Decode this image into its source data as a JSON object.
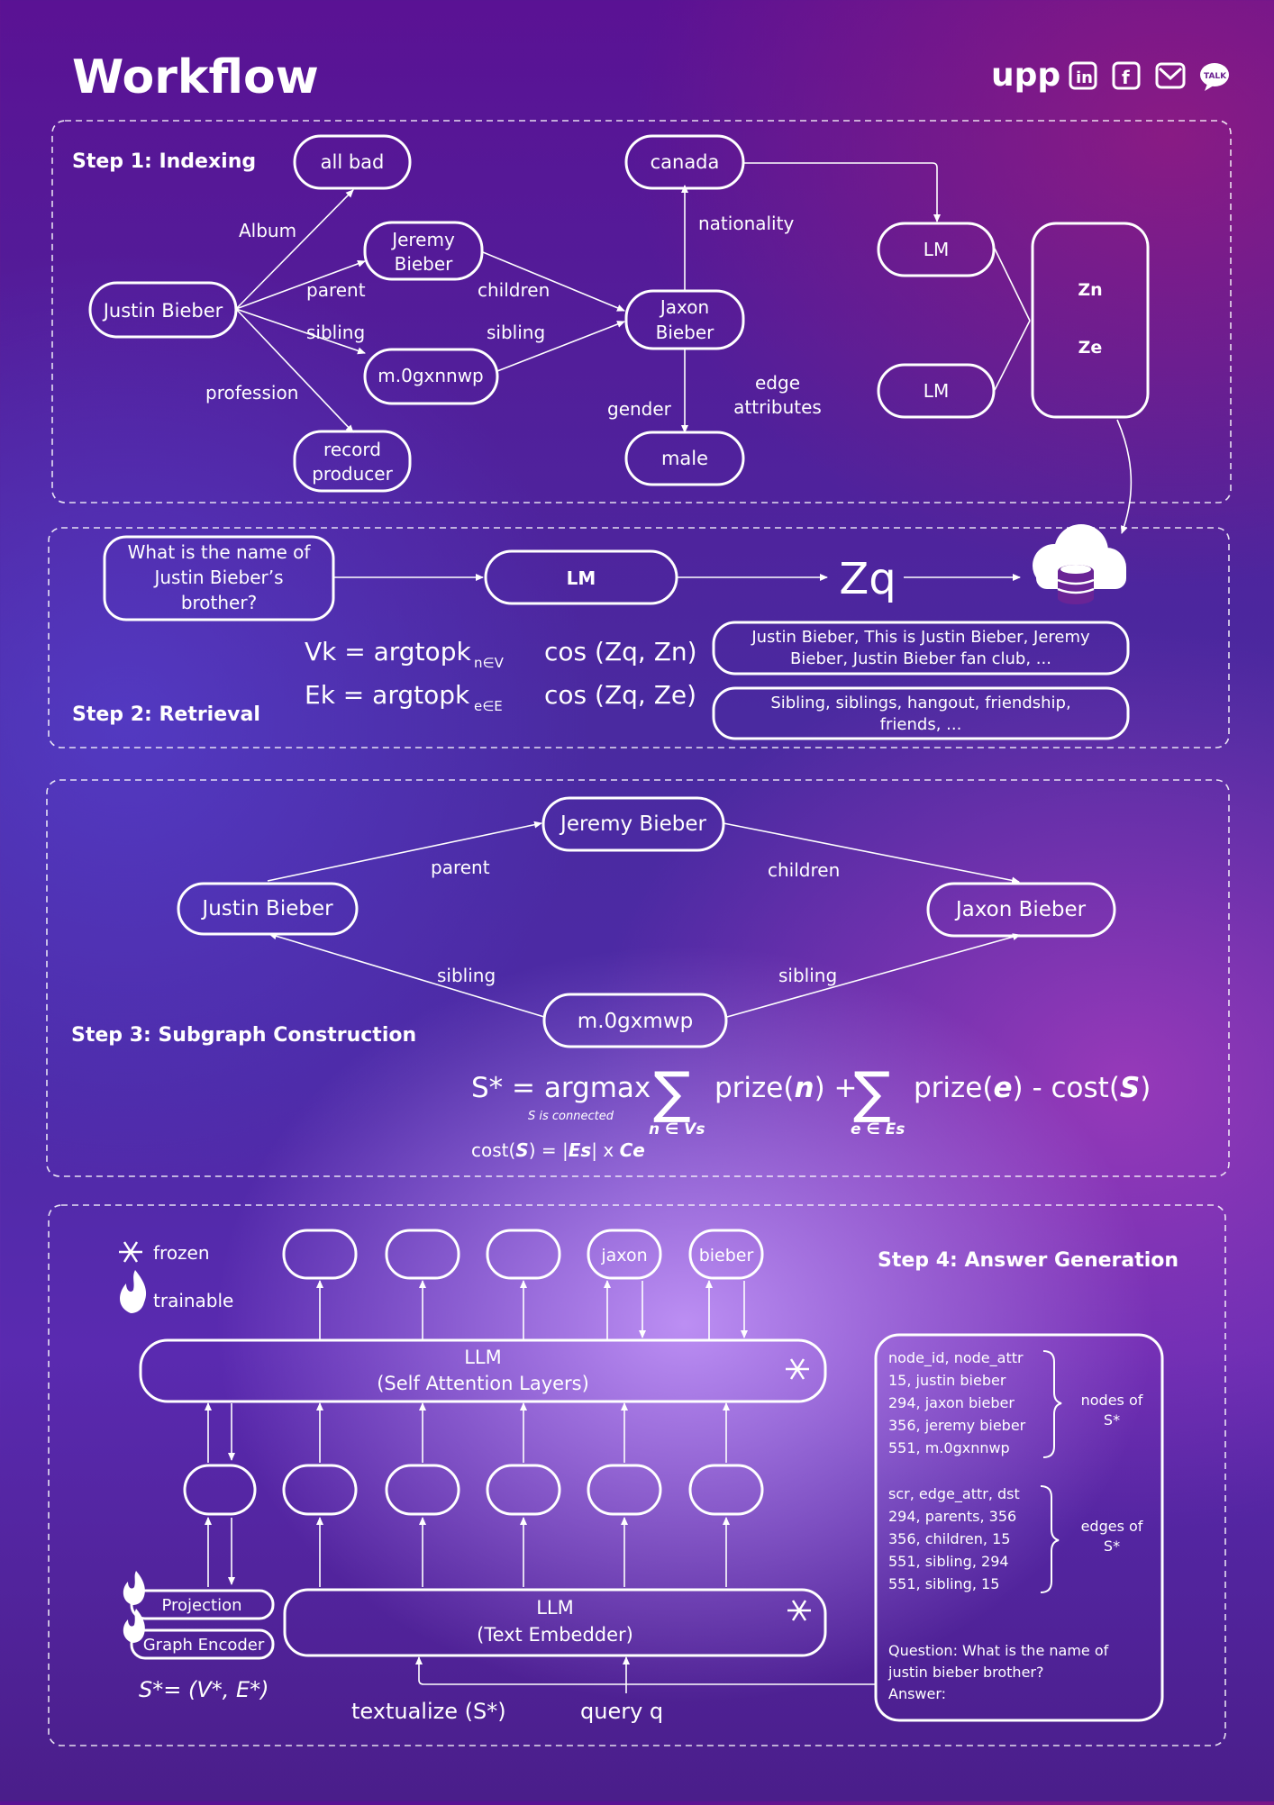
{
  "title": "Workflow",
  "header_icons": {
    "logo": "upp",
    "talk": "TALK"
  },
  "step1": {
    "heading": "Step 1: Indexing",
    "nodes": {
      "justin": "Justin Bieber",
      "all_bad": "all bad",
      "jeremy_1": "Jeremy",
      "jeremy_2": "Bieber",
      "mgx": "m.0gxnnwp",
      "record_1": "record",
      "record_2": "producer",
      "canada": "canada",
      "jaxon_1": "Jaxon",
      "jaxon_2": "Bieber",
      "male": "male",
      "lm_top": "LM",
      "lm_bottom": "LM",
      "zn": "Zn",
      "ze": "Ze"
    },
    "edges": {
      "album": "Album",
      "parent": "parent",
      "sibling1": "sibling",
      "profession": "profession",
      "children": "children",
      "sibling2": "sibling",
      "nationality": "nationality",
      "gender": "gender",
      "edge_attr_1": "edge",
      "edge_attr_2": "attributes"
    }
  },
  "step2": {
    "heading": "Step 2: Retrieval",
    "question_1": "What is the name of",
    "question_2": "Justin Bieber’s",
    "question_3": "brother?",
    "lm": "LM",
    "zq": "Zq",
    "vk_formula": "Vk = argtopk",
    "vk_sub": "n∈V",
    "vk_cos": "cos (Zq, Zn)",
    "ek_formula": "Ek = argtopk",
    "ek_sub": "e∈E",
    "ek_cos": "cos (Zq, Ze)",
    "nodes_result_1": "Justin Bieber, This is Justin Bieber, Jeremy",
    "nodes_result_2": "Bieber, Justin Bieber fan club, ...",
    "edges_result_1": "Sibling, siblings, hangout, friendship,",
    "edges_result_2": "friends, ..."
  },
  "step3": {
    "heading": "Step 3: Subgraph Construction",
    "nodes": {
      "jeremy": "Jeremy Bieber",
      "justin": "Justin Bieber",
      "jaxon": "Jaxon Bieber",
      "mgx": "m.0gxmwp"
    },
    "edges": {
      "parent": "parent",
      "children": "children",
      "sibling_left": "sibling",
      "sibling_right": "sibling"
    },
    "formula_lhs": "S* = argmax",
    "formula_under": "S is connected",
    "sigma": "∑",
    "prize_n_1": "prize(",
    "prize_n_var": "n",
    "prize_n_2": ") +",
    "sum_n_sub": "n ∈ Vs",
    "prize_e_1": "prize(",
    "prize_e_var": "e",
    "prize_e_2": ") - cost(",
    "prize_e_s": "S",
    "prize_e_3": ")",
    "sum_e_sub": "e ∈ Es",
    "cost_1": "cost(",
    "cost_s": "S",
    "cost_2": ") = |",
    "cost_es": "Es",
    "cost_3": "| x ",
    "cost_ce": "Ce"
  },
  "step4": {
    "heading": "Step 4: Answer Generation",
    "legend_frozen": "frozen",
    "legend_trainable": "trainable",
    "out_tokens": [
      "",
      "",
      "",
      "jaxon",
      "bieber"
    ],
    "llm_self_1": "LLM",
    "llm_self_2": "(Self Attention Layers)",
    "llm_embed_1": "LLM",
    "llm_embed_2": "(Text Embedder)",
    "projection": "Projection",
    "graph_encoder": "Graph Encoder",
    "s_star": "S*= (V*, E*)",
    "textualize": "textualize (S*)",
    "query": "query q",
    "table_nodes": [
      "node_id, node_attr",
      "15, justin bieber",
      "294, jaxon bieber",
      "356, jeremy bieber",
      "551, m.0gxnnwp"
    ],
    "nodes_of_1": "nodes of",
    "nodes_of_2": "S*",
    "table_edges": [
      "scr, edge_attr, dst",
      "294, parents, 356",
      "356, children, 15",
      "551, sibling, 294",
      "551, sibling, 15"
    ],
    "edges_of_1": "edges of",
    "edges_of_2": "S*",
    "question_1": "Question: What is the name of",
    "question_2": "justin bieber brother?",
    "answer": "Answer:"
  },
  "colors": {
    "accent": "#ffffff",
    "bg_top": "#5a1294",
    "bg_glow": "#cda0ff"
  }
}
